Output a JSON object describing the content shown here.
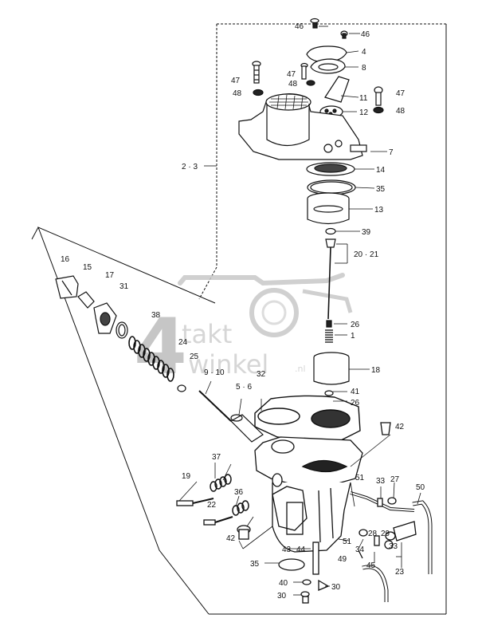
{
  "colors": {
    "ink": "#111111",
    "watermark": "#c4c4c4",
    "paper": "#ffffff"
  },
  "watermark": {
    "digit": "4",
    "line1": "takt",
    "line2": "winkel",
    "suffix": ".nl"
  },
  "labels": {
    "p46a": "46",
    "p46b": "46",
    "p4": "4",
    "p8": "8",
    "p47a": "47",
    "p47b": "47",
    "p48a": "48",
    "p48b": "48",
    "p11": "11",
    "p47c": "47",
    "p12": "12",
    "p48c": "48",
    "p7": "7",
    "p2_3": "2 · 3",
    "p14": "14",
    "p35a": "35",
    "p13": "13",
    "p39": "39",
    "p20_21": "20 · 21",
    "p16": "16",
    "p15": "15",
    "p17": "17",
    "p31": "31",
    "p38": "38",
    "p24": "24",
    "p25": "25",
    "p26a": "26",
    "p1": "1",
    "p9_10": "9 · 10",
    "p5_6": "5 · 6",
    "p32": "32",
    "p18": "18",
    "p41": "41",
    "p26b": "26",
    "p42a": "42",
    "p37": "37",
    "p19": "19",
    "p36": "36",
    "p22": "22",
    "p51a": "51",
    "p33a": "33",
    "p27": "27",
    "p50": "50",
    "p42b": "42",
    "p28": "28",
    "p29": "29",
    "p51b": "51",
    "p34": "34",
    "p33b": "33",
    "p43": "43",
    "p44": "44",
    "p35b": "35",
    "p49": "49",
    "p45": "45",
    "p23": "23",
    "p40": "40",
    "p30a": "30",
    "p30b": "30"
  }
}
